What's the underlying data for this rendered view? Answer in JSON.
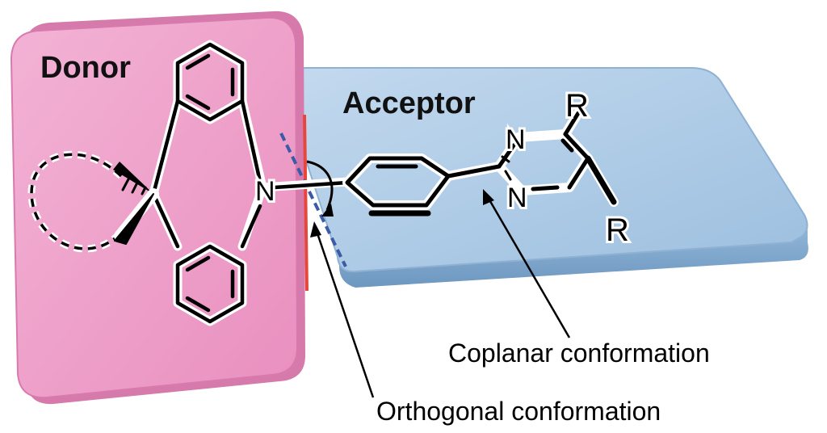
{
  "donor_label": "Donor",
  "acceptor_label": "Acceptor",
  "nitrogen_symbol": "N",
  "substituent_symbol": "R",
  "annotations": {
    "coplanar": "Coplanar conformation",
    "orthogonal": "Orthogonal conformation"
  },
  "colors": {
    "donor_panel": "#ee9cc8",
    "donor_panel_edge": "#d97aae",
    "acceptor_panel": "#a9c8e4",
    "acceptor_panel_edge": "#7ea6c9",
    "orthogonal_marker_red": "#e8463a",
    "orthogonal_marker_blue": "#3b5aa8"
  }
}
